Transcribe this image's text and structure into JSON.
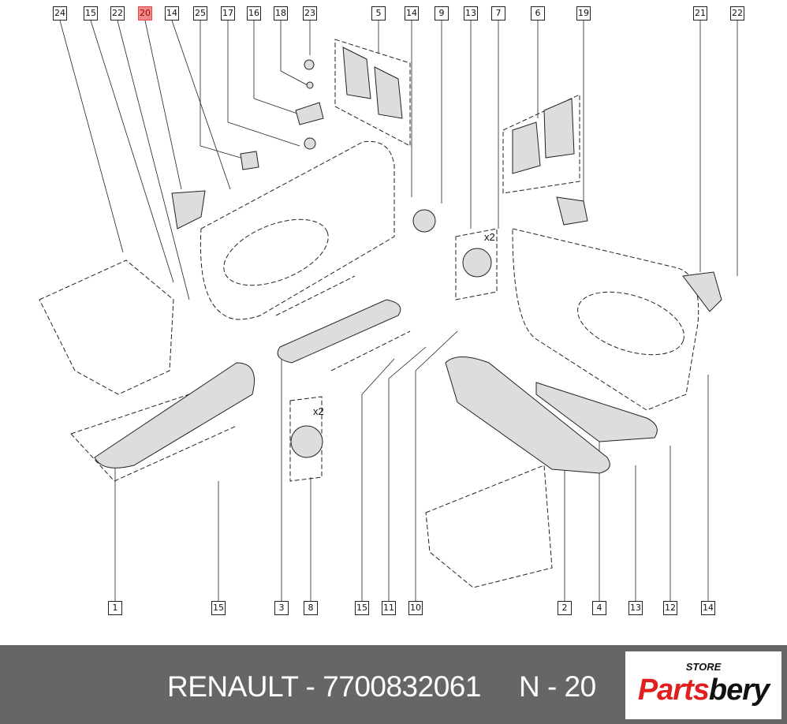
{
  "diagram": {
    "top_callouts": [
      "24",
      "15",
      "22",
      "20",
      "14",
      "25",
      "17",
      "16",
      "18",
      "23",
      "5",
      "14",
      "9",
      "13",
      "7",
      "6",
      "19",
      "21",
      "22"
    ],
    "bottom_callouts": [
      "1",
      "15",
      "3",
      "8",
      "15",
      "11",
      "10",
      "2",
      "4",
      "13",
      "12",
      "14"
    ],
    "highlighted": "20",
    "quantity_labels": [
      "x2",
      "x2"
    ]
  },
  "footer": {
    "brand": "RENAULT - 7700832061",
    "ref": "N - 20"
  },
  "logo": {
    "store": "STORE",
    "brand_part1": "Parts",
    "brand_part2": "bery"
  },
  "colors": {
    "highlight": "#f08a8a",
    "footer_bg": "#666666",
    "logo_red": "#e02020"
  }
}
